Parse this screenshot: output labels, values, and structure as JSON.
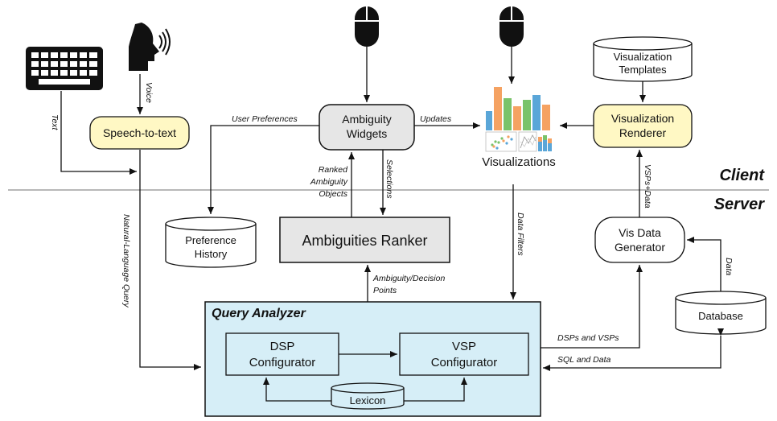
{
  "zones": {
    "client": "Client",
    "server": "Server"
  },
  "nodes": {
    "speech_to_text": "Speech-to-text",
    "ambiguity_widgets": [
      "Ambiguity",
      "Widgets"
    ],
    "visualizations": "Visualizations",
    "visualization_renderer": [
      "Visualization",
      "Renderer"
    ],
    "visualization_templates": [
      "Visualization",
      "Templates"
    ],
    "preference_history": [
      "Preference",
      "History"
    ],
    "ambiguities_ranker": "Ambiguities Ranker",
    "vis_data_generator": [
      "Vis Data",
      "Generator"
    ],
    "database": "Database",
    "query_analyzer": "Query Analyzer",
    "dsp_configurator": [
      "DSP",
      "Configurator"
    ],
    "vsp_configurator": [
      "VSP",
      "Configurator"
    ],
    "lexicon": "Lexicon"
  },
  "edges": {
    "voice": "Voice",
    "text": "Text",
    "natural_language_query": "Natural-Language Query",
    "user_preferences": "User Preferences",
    "updates": "Updates",
    "ranked_ambiguity_objects": [
      "Ranked",
      "Ambiguity",
      "Objects"
    ],
    "selections": "Selections",
    "data_filters": "Data Filters",
    "ambiguity_decision_points": [
      "Ambiguity/Decision",
      "Points"
    ],
    "dsps_and_vsps": "DSPs and VSPs",
    "sql_and_data": "SQL and Data",
    "vsps_data": "VSPs+Data",
    "data": "Data"
  },
  "colors": {
    "speech_box": "#fff8c4",
    "renderer_box": "#fff8c4",
    "widgets_box": "#e6e6e6",
    "ranker_box": "#e6e6e6",
    "query_analyzer_box": "#d6eef7",
    "bar_orange": "#f5a262",
    "bar_green": "#79c36a",
    "bar_blue": "#5aa6d8"
  },
  "icons": [
    "keyboard-icon",
    "speaking-head-icon",
    "mouse-icon",
    "visualization-thumbnail-icon"
  ]
}
